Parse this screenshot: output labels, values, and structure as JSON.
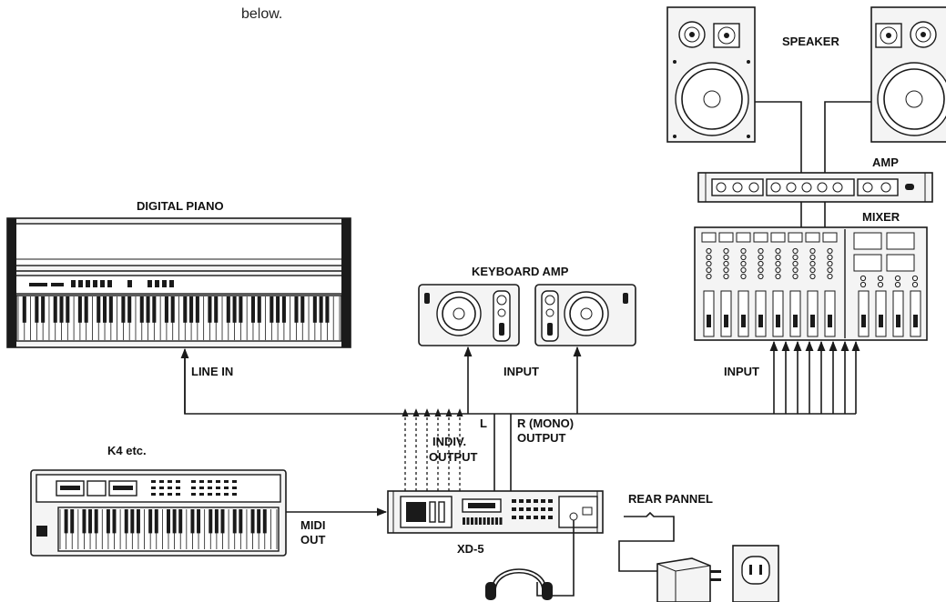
{
  "top_text": "below.",
  "labels": {
    "speaker": "SPEAKER",
    "amp": "AMP",
    "mixer": "MIXER",
    "digital_piano": "DIGITAL PIANO",
    "keyboard_amp": "KEYBOARD AMP",
    "line_in": "LINE IN",
    "input_keyboard": "INPUT",
    "input_mixer": "INPUT",
    "l": "L",
    "r_mono": "R (MONO)",
    "output_r": "OUTPUT",
    "indiv": "INDIV.",
    "output_indiv": "OUTPUT",
    "k4": "K4 etc.",
    "midi": "MIDI",
    "out": "OUT",
    "rear_pannel": "REAR PANNEL",
    "xd5": "XD-5"
  },
  "icons": [
    "speaker-icon",
    "amplifier-icon",
    "mixer-icon",
    "digital-piano-icon",
    "keyboard-amp-icon",
    "synthesizer-keyboard-icon",
    "sound-module-icon",
    "headphones-icon",
    "power-adapter-icon",
    "wall-outlet-icon"
  ]
}
